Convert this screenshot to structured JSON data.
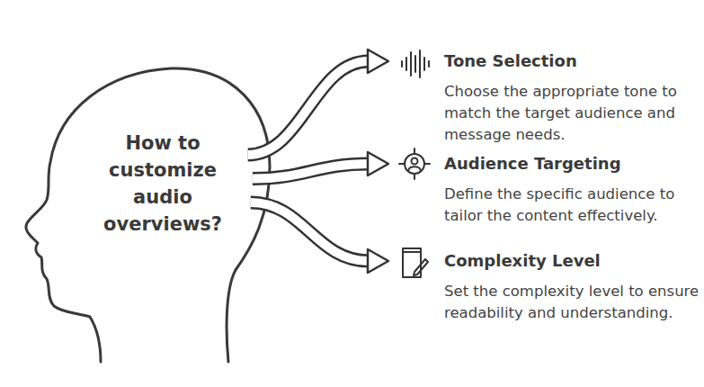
{
  "diagram": {
    "nodes": [
      {
        "text": [
          "How to customize audio overviews?"
        ]
      },
      {
        "text": [
          "Tone Selection",
          "Choose the appropriate tone to match the target audience and message needs."
        ]
      },
      {
        "text": [
          "Audience Targeting",
          "Define the specific audience to tailor the content effectively."
        ]
      },
      {
        "text": [
          "Complexity Level",
          "Set the complexity level to ensure readability and understanding."
        ]
      }
    ],
    "edges": [
      {
        "from": 0,
        "to": 1,
        "arrow": "to"
      },
      {
        "from": 0,
        "to": 2,
        "arrow": "to"
      },
      {
        "from": 0,
        "to": 3,
        "arrow": "to"
      }
    ]
  }
}
